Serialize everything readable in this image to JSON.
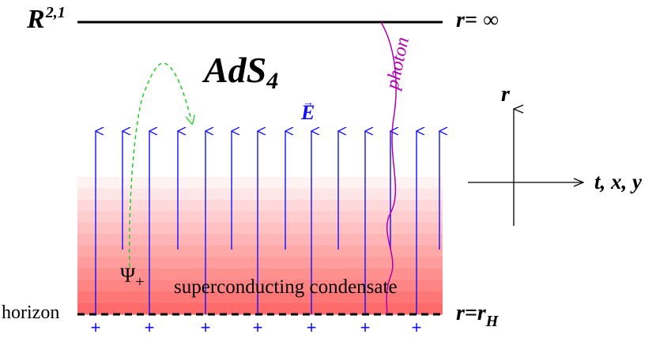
{
  "labels": {
    "boundary": "R",
    "boundary_sup": "2,1",
    "r_infinity": "r= ∞",
    "ads": "AdS",
    "ads_sub": "4",
    "electric_field": "E",
    "photon": "photon",
    "r_axis": "r",
    "txy_axes": "t, x, y",
    "psi": "Ψ",
    "psi_sub": "+",
    "condensate": "superconducting condensate",
    "horizon": "horizon",
    "r_equals": "r=r",
    "r_equals_sub": "H"
  },
  "charges": [
    "+",
    "+",
    "+",
    "+",
    "+",
    "+",
    "+"
  ],
  "colors": {
    "field_lines": "#1010ff",
    "photon": "#b000b0",
    "psi_path": "#22cc22",
    "condensate_bottom": "#ff6b6b",
    "condensate_top": "#fff2f2"
  }
}
